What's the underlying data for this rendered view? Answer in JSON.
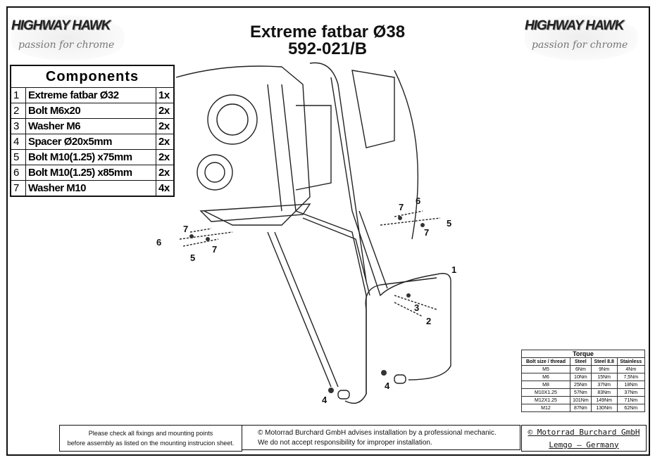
{
  "header": {
    "logo_text": "HIGHWAY HAWK",
    "logo_slogan": "passion for chrome",
    "title": "Extreme fatbar Ø38",
    "part_number": "592-021/B"
  },
  "components": {
    "title": "Components",
    "items": [
      {
        "no": "1",
        "name": "Extreme fatbar Ø32",
        "qty": "1x"
      },
      {
        "no": "2",
        "name": "Bolt M6x20",
        "qty": "2x"
      },
      {
        "no": "3",
        "name": "Washer M6",
        "qty": "2x"
      },
      {
        "no": "4",
        "name": "Spacer Ø20x5mm",
        "qty": "2x"
      },
      {
        "no": "5",
        "name": "Bolt M10(1.25) x75mm",
        "qty": "2x"
      },
      {
        "no": "6",
        "name": "Bolt M10(1.25) x85mm",
        "qty": "2x"
      },
      {
        "no": "7",
        "name": "Washer M10",
        "qty": "4x"
      }
    ]
  },
  "torque": {
    "title": "Torque",
    "headers": [
      "Bolt size / thread",
      "Steel",
      "Steel 8.8",
      "Stainless"
    ],
    "rows": [
      [
        "M5",
        "6Nm",
        "9Nm",
        "4Nm"
      ],
      [
        "M6",
        "10Nm",
        "15Nm",
        "7,5Nm"
      ],
      [
        "M8",
        "25Nm",
        "37Nm",
        "18Nm"
      ],
      [
        "M10X1.25",
        "57Nm",
        "83Nm",
        "37Nm"
      ],
      [
        "M12X1.25",
        "101Nm",
        "149Nm",
        "71Nm"
      ],
      [
        "M12",
        "87Nm",
        "130Nm",
        "62Nm"
      ]
    ]
  },
  "callouts": [
    "7",
    "6",
    "5",
    "7",
    "7",
    "6",
    "5",
    "7",
    "1",
    "3",
    "2",
    "4",
    "4"
  ],
  "footer": {
    "check_line1": "Please check all fixings and mounting points",
    "check_line2": "before assembly as listed on the mounting instrucion sheet.",
    "advice_line1": "© Motorrad Burchard GmbH advises installation by a professional mechanic.",
    "advice_line2": "We do not accept responsibility for improper installation.",
    "company": "© Motorrad Burchard GmbH",
    "location": "Lemgo – Germany"
  }
}
